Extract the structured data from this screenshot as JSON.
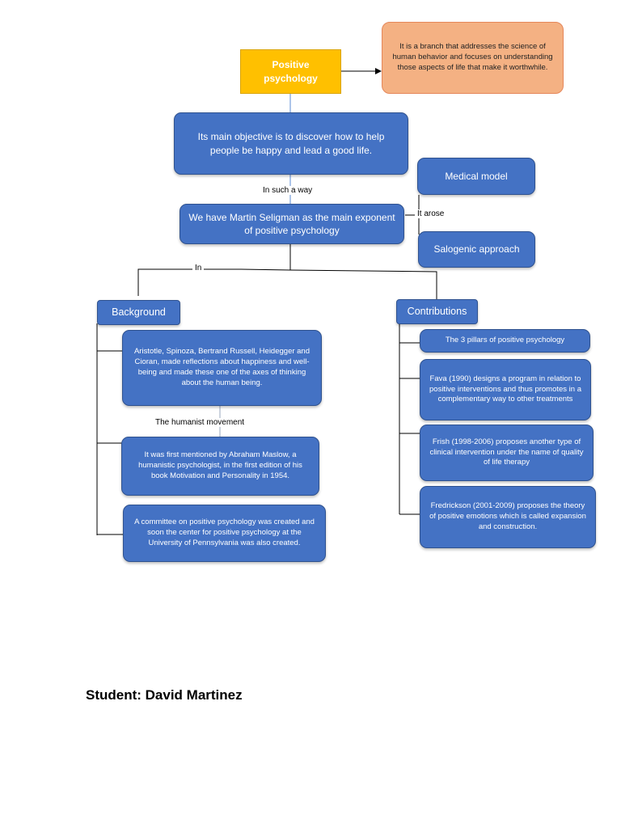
{
  "root": {
    "title": "Positive psychology"
  },
  "definition": "It is a branch that addresses the science of human behavior and focuses on understanding those aspects of life that make it worthwhile.",
  "objective": "Its main objective is to discover how to help people be happy and lead a good life.",
  "link_in_such_a_way": "In such a way",
  "exponent": "We have Martin Seligman as the main exponent of positive psychology",
  "link_it_arose": "It arose",
  "medical_model": "Medical model",
  "salogenic_approach": "Salogenic approach",
  "link_in": "In",
  "background": {
    "header": "Background",
    "items": [
      "Aristotle, Spinoza, Bertrand Russell, Heidegger and Cioran, made reflections about happiness and well-being and made these one of the axes of thinking about the human being.",
      "It was first mentioned by Abraham Maslow, a humanistic psychologist, in the first edition of his book Motivation and Personality in 1954.",
      "A committee on positive psychology was created and soon the center for positive psychology at the University of Pennsylvania was also created."
    ],
    "link_humanist": "The humanist movement"
  },
  "contributions": {
    "header": "Contributions",
    "items": [
      "The 3 pillars of positive psychology",
      "Fava (1990) designs a program in relation to positive interventions and thus promotes in a complementary way to other treatments",
      "Frish (1998-2006) proposes another type of clinical intervention under the name of quality of life therapy",
      "Fredrickson (2001-2009) proposes the theory of positive emotions which is called expansion and construction."
    ]
  },
  "student": "Student: David Martinez",
  "colors": {
    "node_blue": "#4472c4",
    "root_yellow": "#ffc000",
    "definition_salmon": "#f4b183"
  }
}
